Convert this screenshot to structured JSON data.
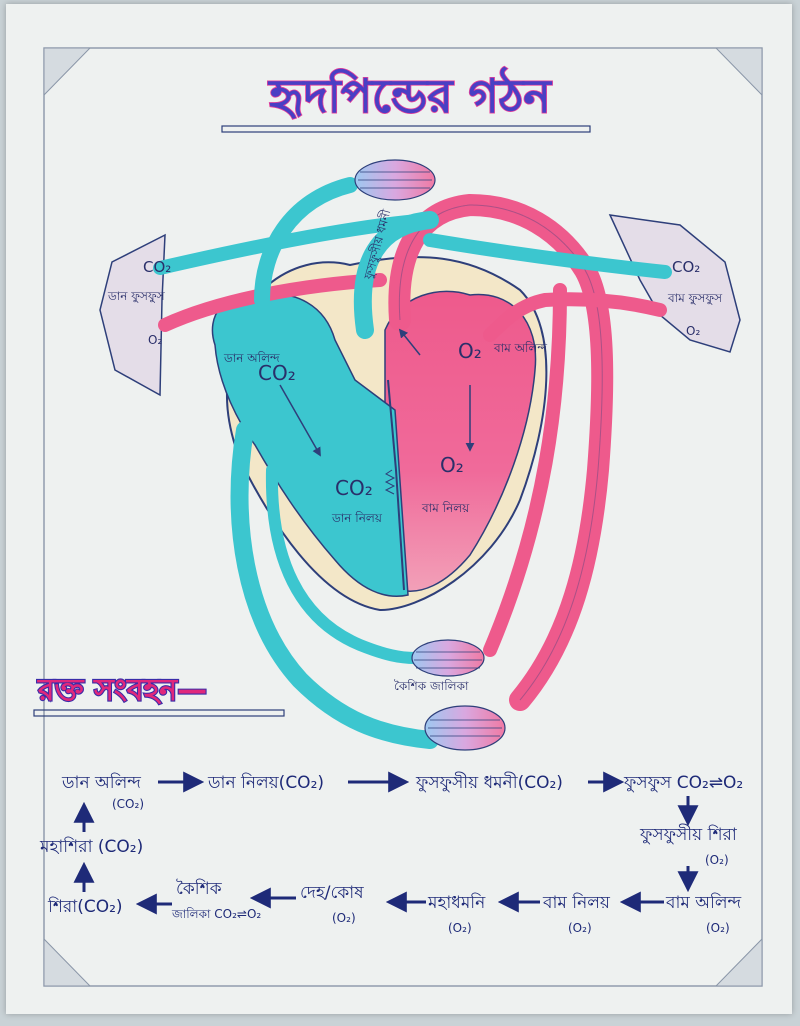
{
  "title": "হৃদপিন্ডের গঠন",
  "section_heading": "রক্ত সংবহন—",
  "colors": {
    "deoxygenated": "#3cc6cf",
    "oxygenated": "#ee5a8c",
    "outline": "#2e3f7a",
    "text": "#1e2a78"
  },
  "labels": {
    "right_lung": "ডান ফুসফুস",
    "left_lung": "বাম ফুসফুস",
    "co2": "CO₂",
    "o2": "O₂",
    "right_atrium": "ডান অলিন্দ",
    "left_atrium": "বাম অলিন্দ",
    "right_ventricle": "ডান নিলয়",
    "left_ventricle": "বাম নিলয়",
    "pulmonary_artery_label": "ফুসফুসীয় ধমনী",
    "capillary": "কৈশিক জালিকা"
  },
  "flowchart": {
    "n1": "ডান অলিন্দ",
    "n1_sub": "(CO₂)",
    "n2": "ডান নিলয়(CO₂)",
    "n3": "ফুসফুসীয় ধমনী(CO₂)",
    "n4": "ফুসফুস CO₂⇌O₂",
    "n5": "ফুসফুসীয় শিরা",
    "n5_sub": "(O₂)",
    "n6": "বাম অলিন্দ",
    "n6_sub": "(O₂)",
    "n7": "বাম নিলয়",
    "n7_sub": "(O₂)",
    "n8": "মহাধমনি",
    "n8_sub": "(O₂)",
    "n9": "দেহ/কোষ",
    "n9_sub": "(O₂)",
    "n10": "কৈশিক",
    "n10_sub": "জালিকা CO₂⇌O₂",
    "n11": "শিরা(CO₂)",
    "n12": "মহাশিরা (CO₂)"
  }
}
